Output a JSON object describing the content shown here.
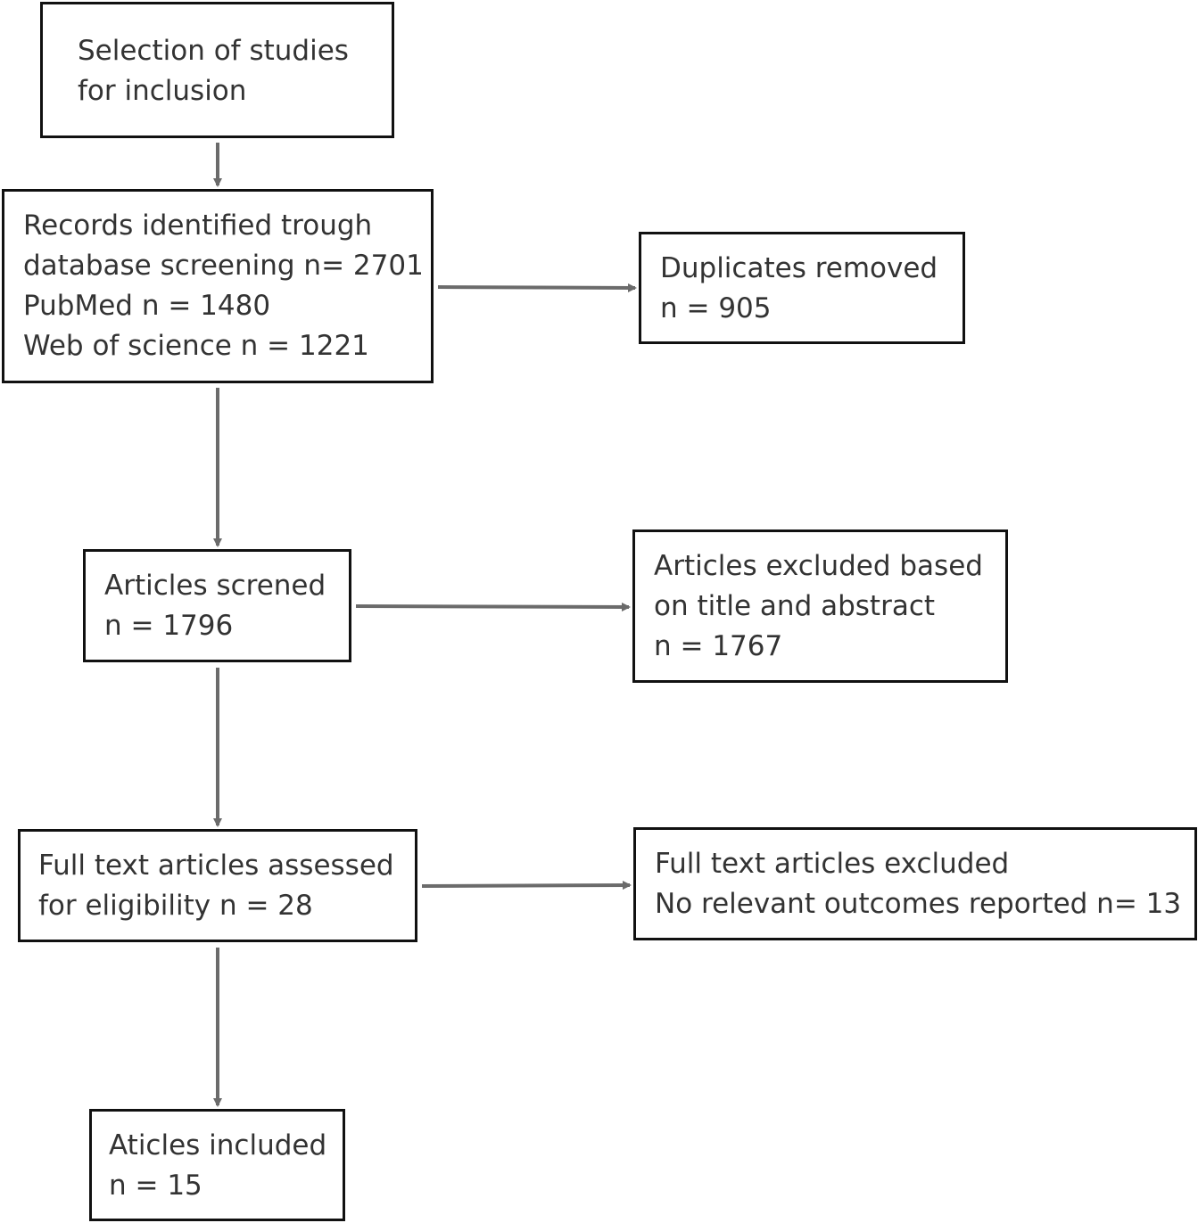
{
  "boxes": {
    "selection": [
      "Selection of studies",
      "for inclusion"
    ],
    "records": [
      "Records identified trough",
      "database screening n= 2701",
      "PubMed n = 1480",
      "Web of science n = 1221"
    ],
    "duplicates": [
      "Duplicates removed",
      "n = 905"
    ],
    "screened": [
      "Articles screned",
      "n = 1796"
    ],
    "excluded_ta": [
      "Articles excluded based",
      "on title and abstract",
      "n = 1767"
    ],
    "fulltext": [
      "Full text articles assessed",
      "for eligibility n = 28"
    ],
    "excluded_ft": [
      "Full text articles excluded",
      "No relevant outcomes reported n= 13"
    ],
    "included": [
      "Aticles included",
      "n = 15"
    ]
  },
  "colors": {
    "arrow": "#6b6b6b",
    "box_border": "#111111",
    "text": "#333333"
  }
}
